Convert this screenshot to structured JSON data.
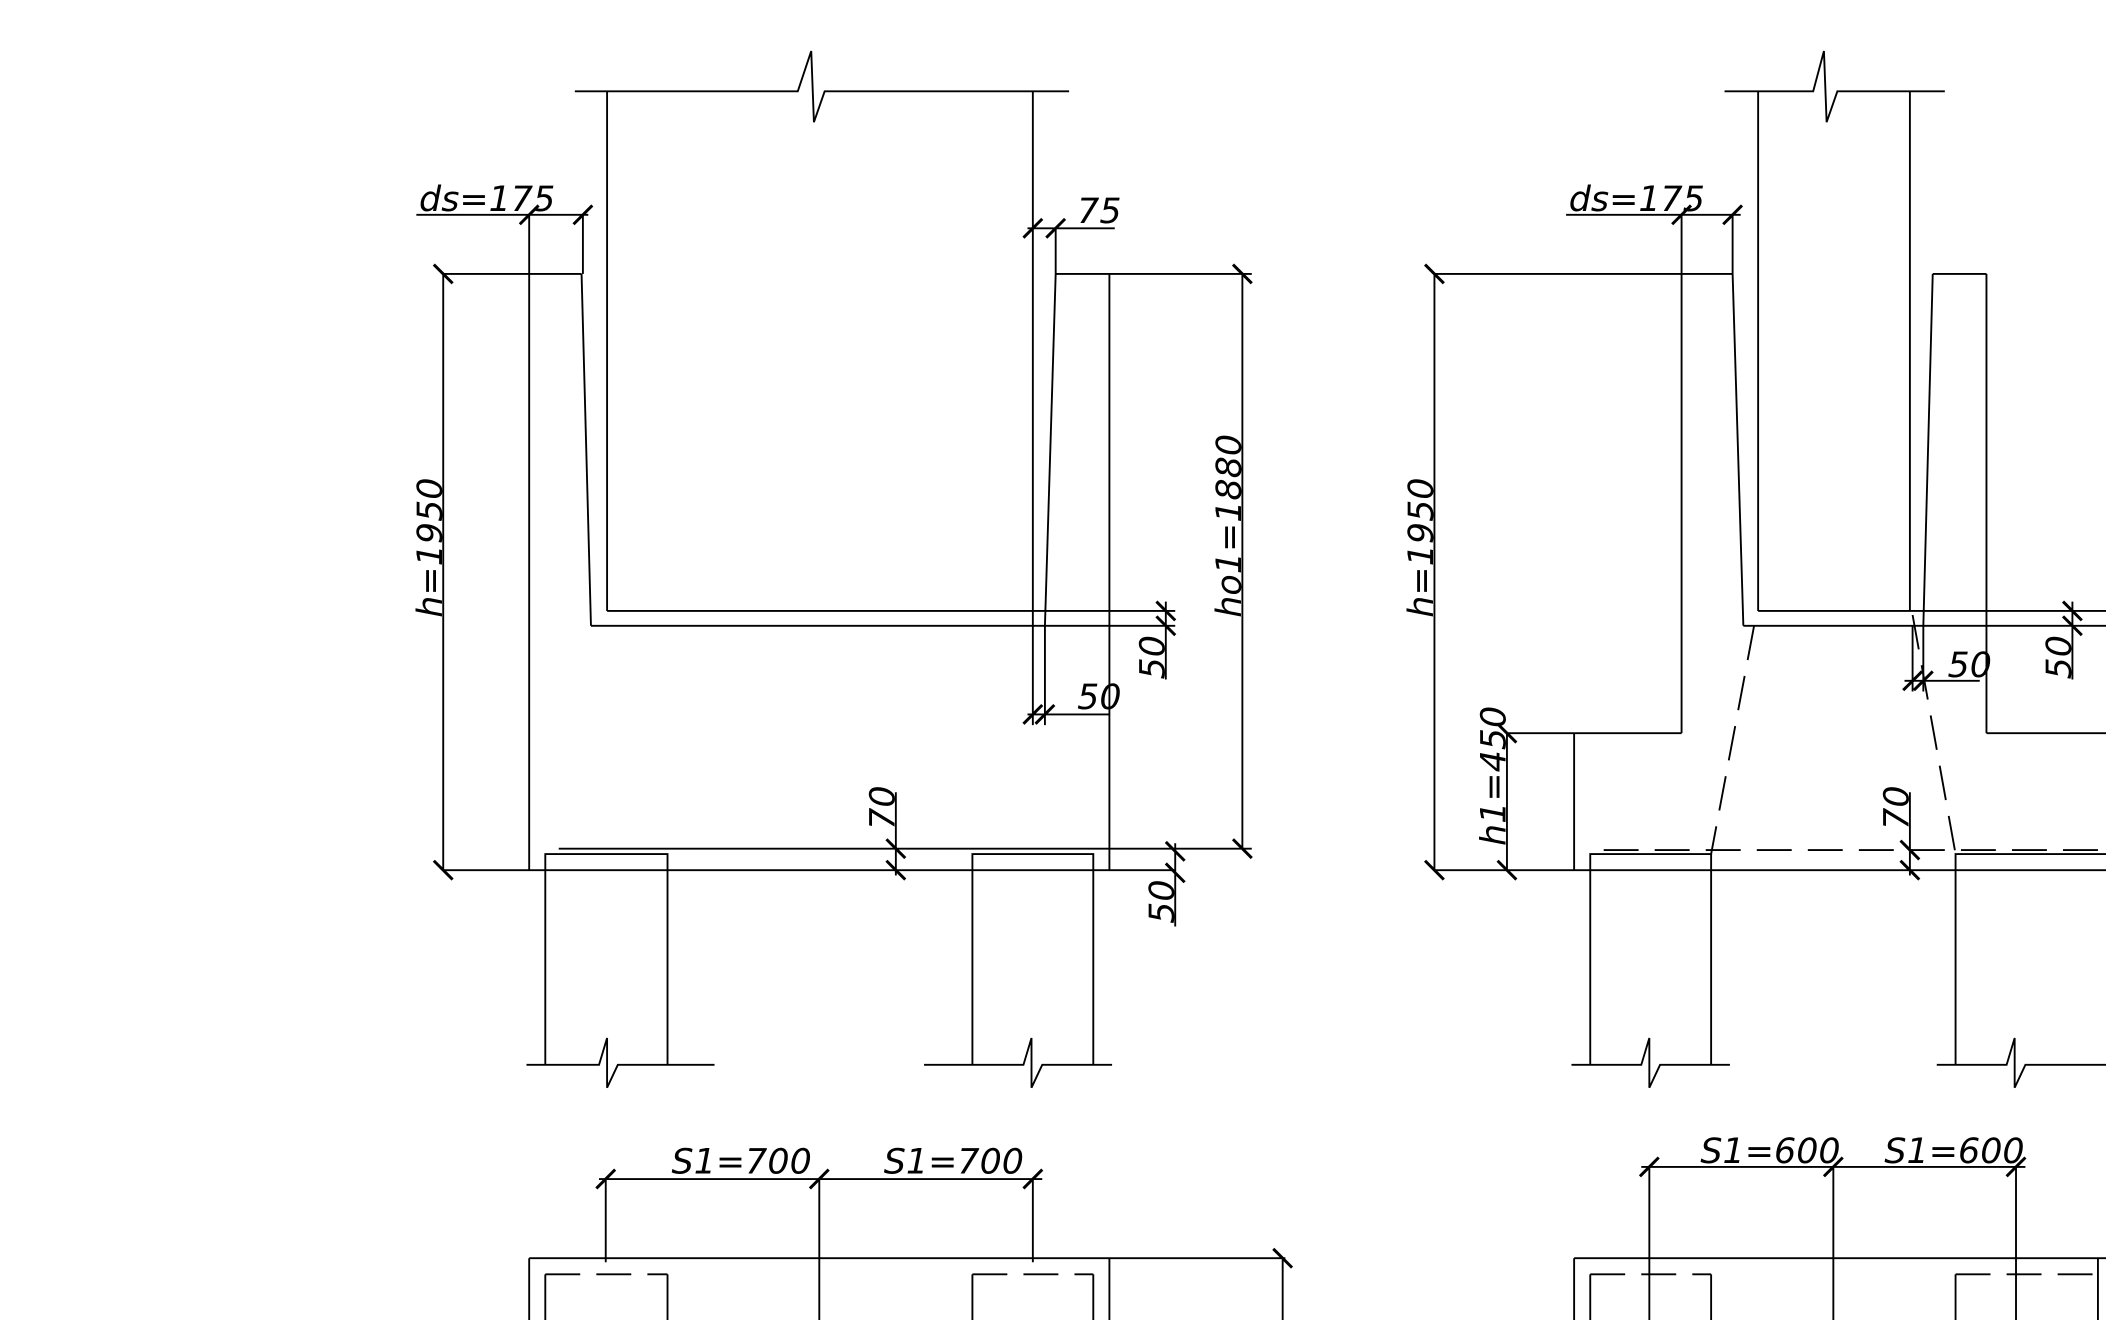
{
  "left_section": {
    "ds": "ds=175",
    "wall_offset": "75",
    "h": "h=1950",
    "ho1": "ho1=1880",
    "gap_50_a": "50",
    "gap_50_b": "50",
    "cover_70": "70",
    "bottom_50": "50"
  },
  "right_section": {
    "ds": "ds=175",
    "h": "h=1950",
    "h1": "h1=450",
    "gap_50_a": "50",
    "gap_50_b": "50",
    "cover_70": "70"
  },
  "left_plan": {
    "s1_a": "S1=700",
    "s1_b": "S1=700"
  },
  "right_plan": {
    "s1_a": "S1=600",
    "s1_b": "S1=600"
  }
}
